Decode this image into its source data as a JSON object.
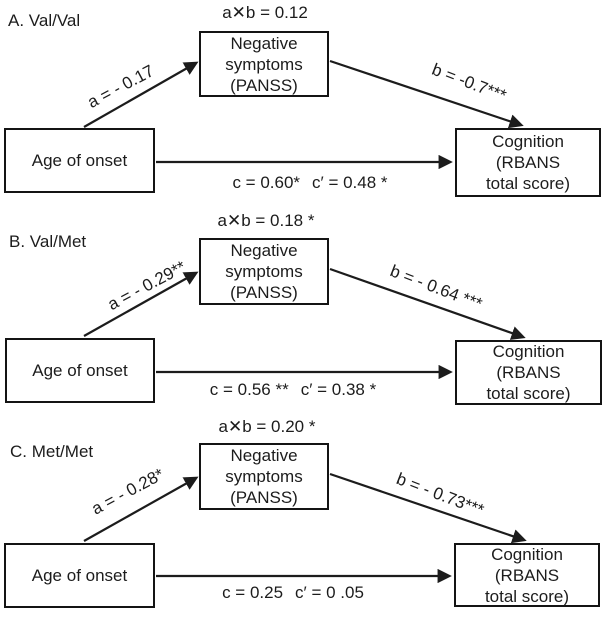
{
  "figure": {
    "background": "#ffffff",
    "ink": "#1c1c1c",
    "description": "Mediation path diagrams for three COMT genotypes"
  },
  "panels": [
    {
      "id": "A",
      "title": "A. Val/Val",
      "ab": "a✕b = 0.12",
      "predictor": "Age of onset",
      "mediator": "Negative\nsymptoms\n(PANSS)",
      "outcome": "Cognition\n(RBANS\ntotal score)",
      "a": "a = - 0.17",
      "b": "b = -0.7***",
      "c": "c = 0.60*",
      "c_prime": "c′ = 0.48 *"
    },
    {
      "id": "B",
      "title": "B. Val/Met",
      "ab": "a✕b = 0.18 *",
      "predictor": "Age of onset",
      "mediator": "Negative\nsymptoms\n(PANSS)",
      "outcome": "Cognition\n(RBANS\ntotal score)",
      "a": "a = - 0.29**",
      "b": "b = - 0.64 ***",
      "c": "c = 0.56 **",
      "c_prime": "c′ = 0.38 *"
    },
    {
      "id": "C",
      "title": "C. Met/Met",
      "ab": "a✕b = 0.20 *",
      "predictor": "Age of onset",
      "mediator": "Negative\nsymptoms\n(PANSS)",
      "outcome": "Cognition\n(RBANS\ntotal score)",
      "a": "a = - 0.28*",
      "b": "b = - 0.73***",
      "c": "c = 0.25",
      "c_prime": "c′ = 0 .05"
    }
  ]
}
